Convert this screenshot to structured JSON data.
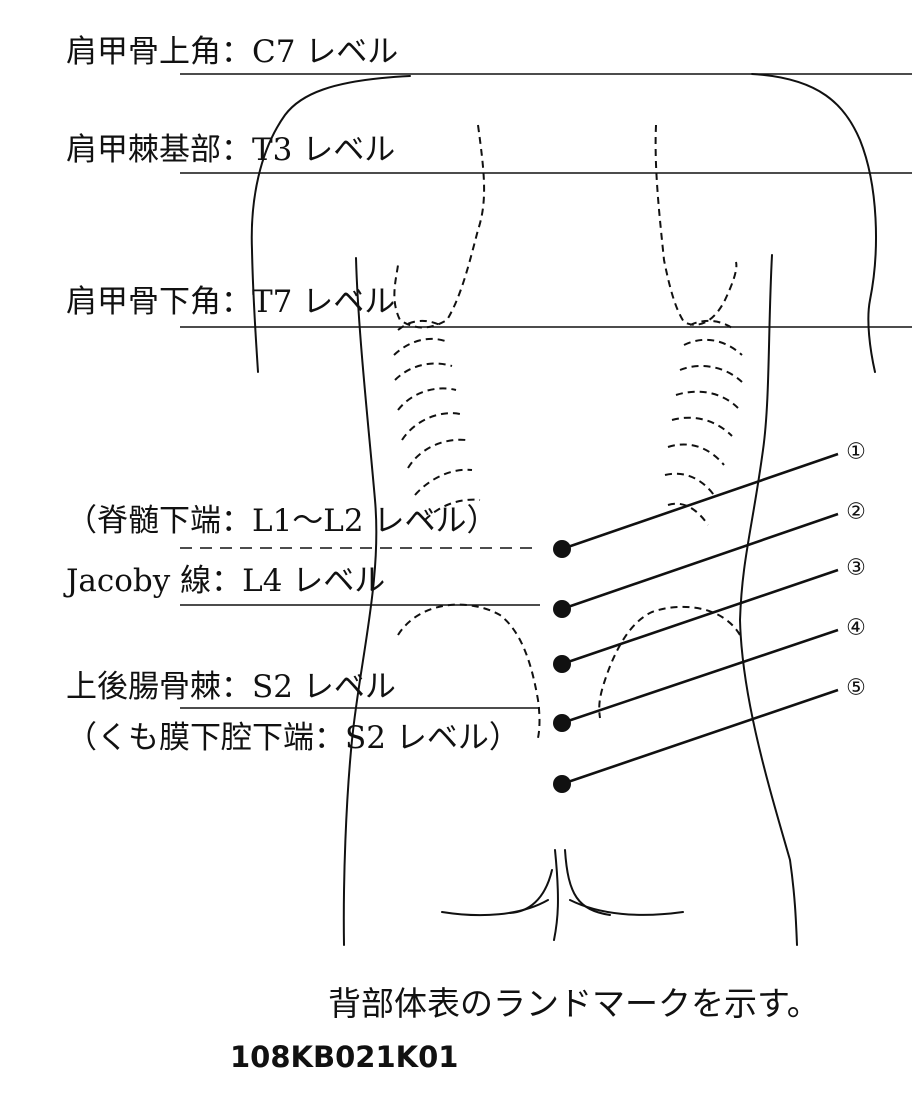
{
  "labels": {
    "c7": "肩甲骨上角：C7 レベル",
    "t3": "肩甲棘基部：T3 レベル",
    "t7": "肩甲骨下角：T7 レベル",
    "l1l2": "（脊髄下端：L1〜L2 レベル）",
    "l4": "Jacoby 線：L4 レベル",
    "s2a": "上後腸骨棘：S2 レベル",
    "s2b": "（くも膜下腔下端：S2 レベル）"
  },
  "markers": [
    "①",
    "②",
    "③",
    "④",
    "⑤"
  ],
  "caption": "背部体表のランドマークを示す。",
  "code": "108KB021K01"
}
